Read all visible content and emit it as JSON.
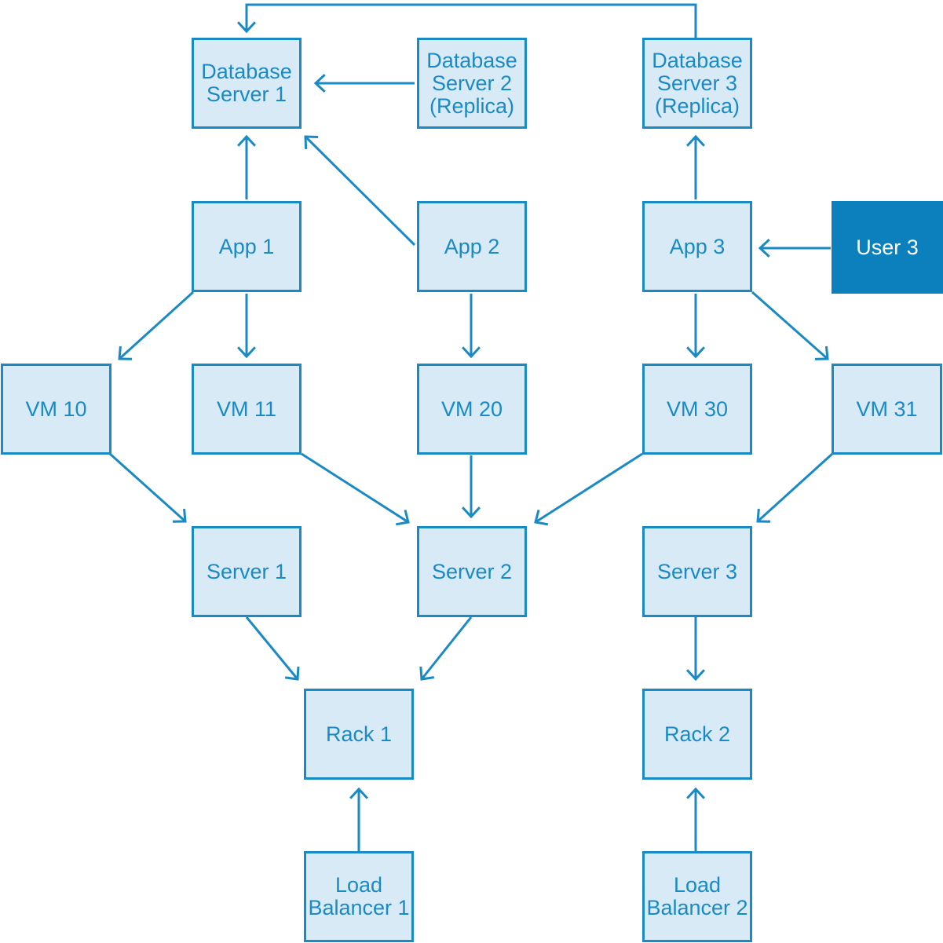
{
  "diagram": {
    "colors": {
      "stroke": "#1a8ac4",
      "fill": "#d8eaf6",
      "highlight": "#0b80bd",
      "highlight_text": "#ffffff"
    },
    "nodes": {
      "db1": {
        "label": "Database\nServer 1"
      },
      "db2": {
        "label": "Database\nServer 2\n(Replica)"
      },
      "db3": {
        "label": "Database\nServer 3\n(Replica)"
      },
      "app1": {
        "label": "App 1"
      },
      "app2": {
        "label": "App 2"
      },
      "app3": {
        "label": "App 3"
      },
      "user3": {
        "label": "User 3"
      },
      "vm10": {
        "label": "VM 10"
      },
      "vm11": {
        "label": "VM 11"
      },
      "vm20": {
        "label": "VM 20"
      },
      "vm30": {
        "label": "VM 30"
      },
      "vm31": {
        "label": "VM 31"
      },
      "server1": {
        "label": "Server 1"
      },
      "server2": {
        "label": "Server 2"
      },
      "server3": {
        "label": "Server 3"
      },
      "rack1": {
        "label": "Rack 1"
      },
      "rack2": {
        "label": "Rack 2"
      },
      "lb1": {
        "label": "Load\nBalancer 1"
      },
      "lb2": {
        "label": "Load\nBalancer 2"
      }
    },
    "edges": [
      {
        "from": "db3",
        "to": "db1"
      },
      {
        "from": "db2",
        "to": "db1"
      },
      {
        "from": "app1",
        "to": "db1"
      },
      {
        "from": "app2",
        "to": "db1"
      },
      {
        "from": "app3",
        "to": "db3"
      },
      {
        "from": "user3",
        "to": "app3"
      },
      {
        "from": "app1",
        "to": "vm10"
      },
      {
        "from": "app1",
        "to": "vm11"
      },
      {
        "from": "app2",
        "to": "vm20"
      },
      {
        "from": "app3",
        "to": "vm30"
      },
      {
        "from": "app3",
        "to": "vm31"
      },
      {
        "from": "vm10",
        "to": "server1"
      },
      {
        "from": "vm11",
        "to": "server2"
      },
      {
        "from": "vm20",
        "to": "server2"
      },
      {
        "from": "vm30",
        "to": "server2"
      },
      {
        "from": "vm31",
        "to": "server3"
      },
      {
        "from": "server1",
        "to": "rack1"
      },
      {
        "from": "server2",
        "to": "rack1"
      },
      {
        "from": "server3",
        "to": "rack2"
      },
      {
        "from": "lb1",
        "to": "rack1"
      },
      {
        "from": "lb2",
        "to": "rack2"
      }
    ]
  }
}
